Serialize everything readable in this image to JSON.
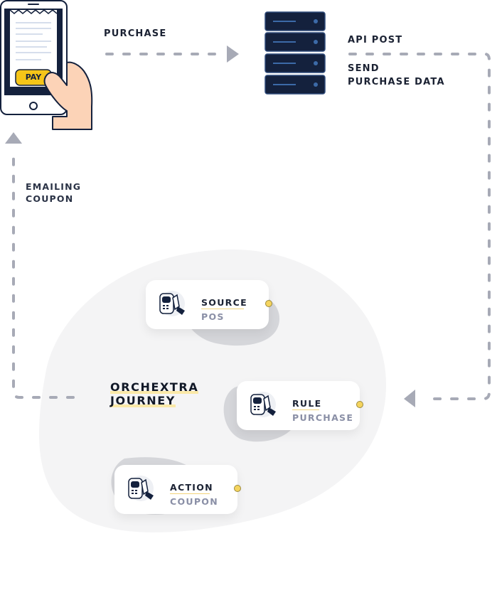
{
  "labels": {
    "purchase": "PURCHASE",
    "api_post": "API POST",
    "send_line1": "SEND",
    "send_line2": "PURCHASE DATA",
    "emailing_line1": "EMAILING",
    "emailing_line2": "COUPON"
  },
  "phone": {
    "button_label": "PAY"
  },
  "journey": {
    "line1": "ORCHEXTRA",
    "line2": "JOURNEY"
  },
  "cards": [
    {
      "title": "SOURCE",
      "subtitle": "POS"
    },
    {
      "title": "RULE",
      "subtitle": "PURCHASE"
    },
    {
      "title": "ACTION",
      "subtitle": "COUPON"
    }
  ],
  "colors": {
    "navy": "#14213d",
    "accent_yellow": "#f5c518",
    "skin": "#fcd3b7",
    "flow_line": "#a7aab6",
    "blob": "#f4f4f5"
  },
  "icons": [
    "phone-icon",
    "hand-icon",
    "server-icon",
    "pos-terminal-icon",
    "arrow-icon"
  ]
}
